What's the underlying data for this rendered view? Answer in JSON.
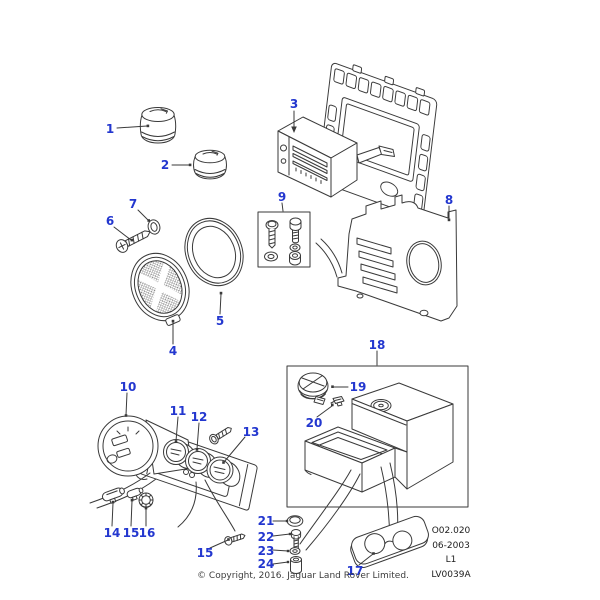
{
  "figure": {
    "info_block": {
      "catalog_code": "O02.020",
      "date_code": "06-2003",
      "sheet_code": "L1",
      "drawing_code": "LV0039A"
    },
    "copyright_line": "© Copyright, 2016. Jaguar Land Rover Limited.",
    "colors": {
      "callout_blue": "#2337cf",
      "line_gray": "#3a3a3a",
      "background": "#ffffff"
    },
    "callouts": [
      {
        "label": "1"
      },
      {
        "label": "2"
      },
      {
        "label": "3"
      },
      {
        "label": "4"
      },
      {
        "label": "5"
      },
      {
        "label": "6"
      },
      {
        "label": "7"
      },
      {
        "label": "8"
      },
      {
        "label": "9"
      },
      {
        "label": "10"
      },
      {
        "label": "11"
      },
      {
        "label": "12"
      },
      {
        "label": "13"
      },
      {
        "label": "14"
      },
      {
        "label": "15"
      },
      {
        "label": "16"
      },
      {
        "label": "15"
      },
      {
        "label": "17"
      },
      {
        "label": "18"
      },
      {
        "label": "19"
      },
      {
        "label": "20"
      },
      {
        "label": "21"
      },
      {
        "label": "22"
      },
      {
        "label": "23"
      },
      {
        "label": "24"
      }
    ]
  }
}
